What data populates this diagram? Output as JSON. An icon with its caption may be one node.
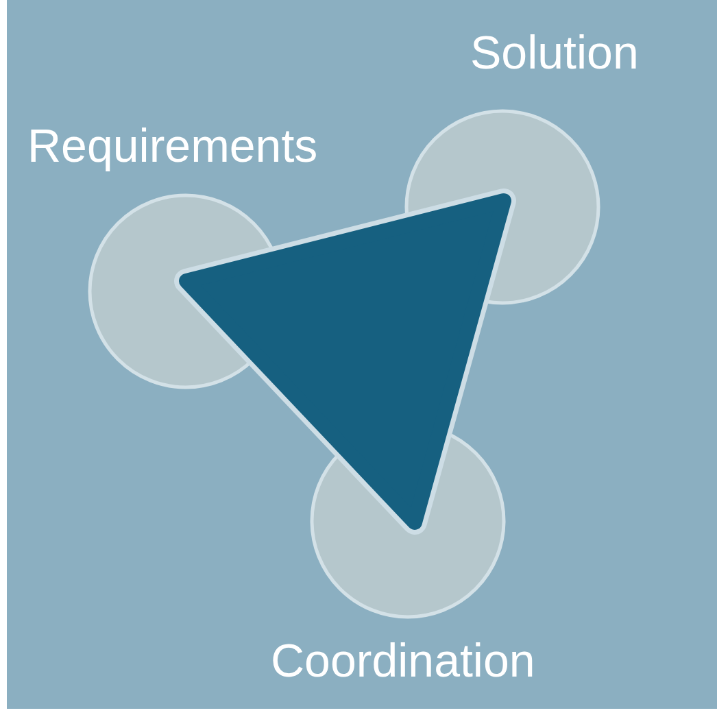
{
  "diagram": {
    "nodes": [
      {
        "text": [
          "Requirements"
        ]
      },
      {
        "text": [
          "Solution"
        ]
      },
      {
        "text": [
          "Coordination"
        ]
      },
      {
        "text": [],
        "shape": "triangle"
      }
    ]
  }
}
